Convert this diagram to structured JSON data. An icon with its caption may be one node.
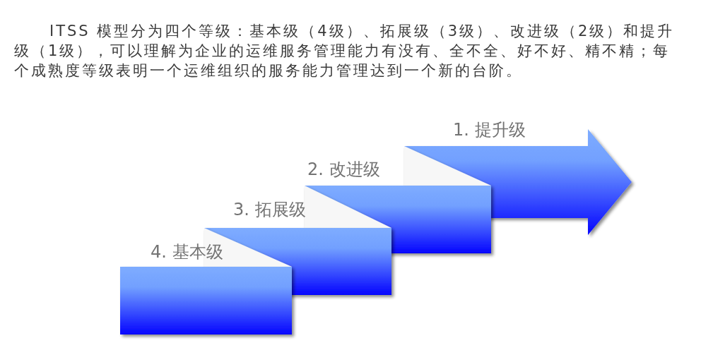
{
  "diagram": {
    "nodes": [
      {
        "text": [
          "4. 基本级"
        ]
      },
      {
        "text": [
          "3. 拓展级"
        ]
      },
      {
        "text": [
          "2. 改进级"
        ]
      },
      {
        "text": [
          "1. 提升级"
        ]
      }
    ],
    "labels": [
      "ITSS 模型分为四个等级：基本级（4级）、拓展级（3级）、改进级（2级）和提升级（1级），可以理解为企业的运维服务管理能力有没有、全不全、好不好、精不精；每个成熟度等级表明一个运维组织的服务能力管理达到一个新的台阶。"
    ]
  }
}
